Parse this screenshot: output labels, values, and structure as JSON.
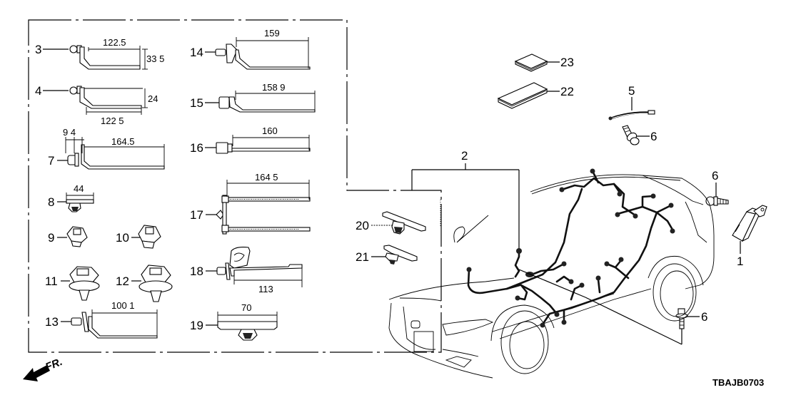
{
  "diagram": {
    "title_code": "TBAJB0703",
    "direction_label": "FR.",
    "parts": [
      {
        "ref": "1",
        "name": "control-unit"
      },
      {
        "ref": "2",
        "name": "wire-harness"
      },
      {
        "ref": "3",
        "name": "clip",
        "dims": [
          "122.5",
          "33 5"
        ]
      },
      {
        "ref": "4",
        "name": "clip",
        "dims": [
          "24",
          "122 5"
        ]
      },
      {
        "ref": "5",
        "name": "ground-cable"
      },
      {
        "ref": "6",
        "name": "bolt"
      },
      {
        "ref": "7",
        "name": "clip",
        "dims": [
          "9 4",
          "164.5"
        ]
      },
      {
        "ref": "8",
        "name": "clip",
        "dims": [
          "44"
        ]
      },
      {
        "ref": "9",
        "name": "clip"
      },
      {
        "ref": "10",
        "name": "clip"
      },
      {
        "ref": "11",
        "name": "clip"
      },
      {
        "ref": "12",
        "name": "clip"
      },
      {
        "ref": "13",
        "name": "clip",
        "dims": [
          "100 1"
        ]
      },
      {
        "ref": "14",
        "name": "clip",
        "dims": [
          "159"
        ]
      },
      {
        "ref": "15",
        "name": "clip",
        "dims": [
          "158 9"
        ]
      },
      {
        "ref": "16",
        "name": "clip",
        "dims": [
          "160"
        ]
      },
      {
        "ref": "17",
        "name": "band-clip",
        "dims": [
          "164 5"
        ]
      },
      {
        "ref": "18",
        "name": "clip",
        "dims": [
          "113"
        ]
      },
      {
        "ref": "19",
        "name": "clip",
        "dims": [
          "70"
        ]
      },
      {
        "ref": "20",
        "name": "clip"
      },
      {
        "ref": "21",
        "name": "clip"
      },
      {
        "ref": "22",
        "name": "cushion-tape"
      },
      {
        "ref": "23",
        "name": "cushion-tape"
      }
    ],
    "labels": {
      "p1": "1",
      "p2": "2",
      "p3": "3",
      "p4": "4",
      "p5": "5",
      "p6a": "6",
      "p6b": "6",
      "p6c": "6",
      "p7": "7",
      "p8": "8",
      "p9": "9",
      "p10": "10",
      "p11": "11",
      "p12": "12",
      "p13": "13",
      "p14": "14",
      "p15": "15",
      "p16": "16",
      "p17": "17",
      "p18": "18",
      "p19": "19",
      "p20": "20",
      "p21": "21",
      "p22": "22",
      "p23": "23"
    },
    "dimensions": {
      "d3_len": "122.5",
      "d3_h": "33 5",
      "d4_h": "24",
      "d4_len": "122 5",
      "d7_head": "9 4",
      "d7_len": "164.5",
      "d8_len": "44",
      "d13_len": "100 1",
      "d14_len": "159",
      "d15_len": "158 9",
      "d16_len": "160",
      "d17_len": "164 5",
      "d18_len": "113",
      "d19_len": "70"
    }
  }
}
